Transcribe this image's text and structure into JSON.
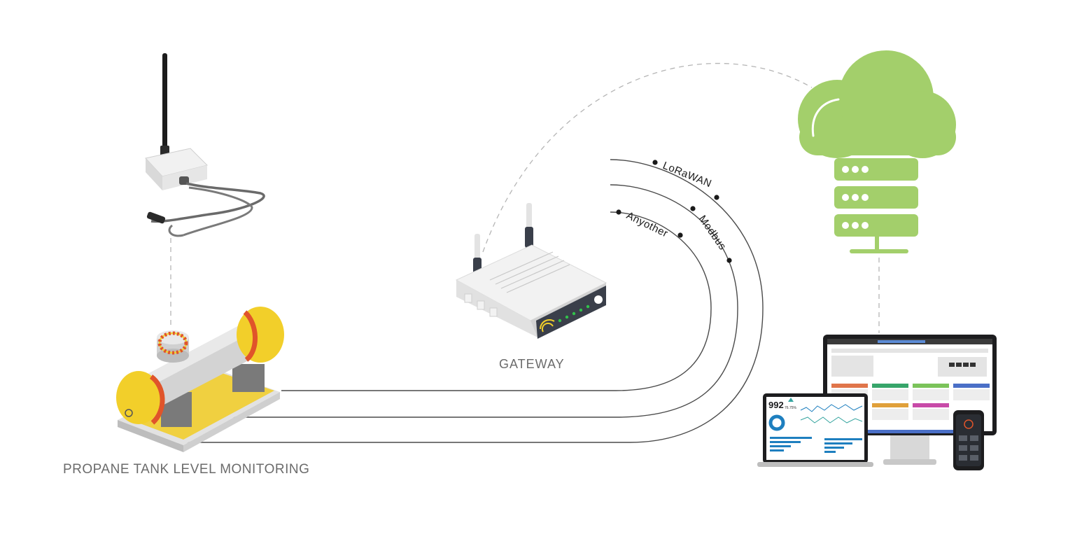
{
  "diagram": {
    "nodes": {
      "sensor": {
        "icon": "wireless-sensor-icon"
      },
      "tank": {
        "icon": "propane-tank-icon",
        "label": "PROPANE TANK LEVEL MONITORING"
      },
      "gateway": {
        "icon": "gateway-router-icon",
        "label": "GATEWAY"
      },
      "cloud": {
        "icon": "cloud-server-icon"
      },
      "dashboard": {
        "icon": "dashboard-devices-icon",
        "kpi_value": "992",
        "kpi_change": "76.75%"
      }
    },
    "protocols": [
      {
        "label": "LoRaWAN"
      },
      {
        "label": "Modbus"
      },
      {
        "label": "Anyother"
      }
    ],
    "colors": {
      "cloud_green": "#a3cf6b",
      "tank_yellow": "#f2cf2a",
      "tank_red": "#e0542a",
      "line": "#4a4a4a",
      "dash": "#b5b5b5",
      "caption": "#6b6b6b"
    }
  }
}
